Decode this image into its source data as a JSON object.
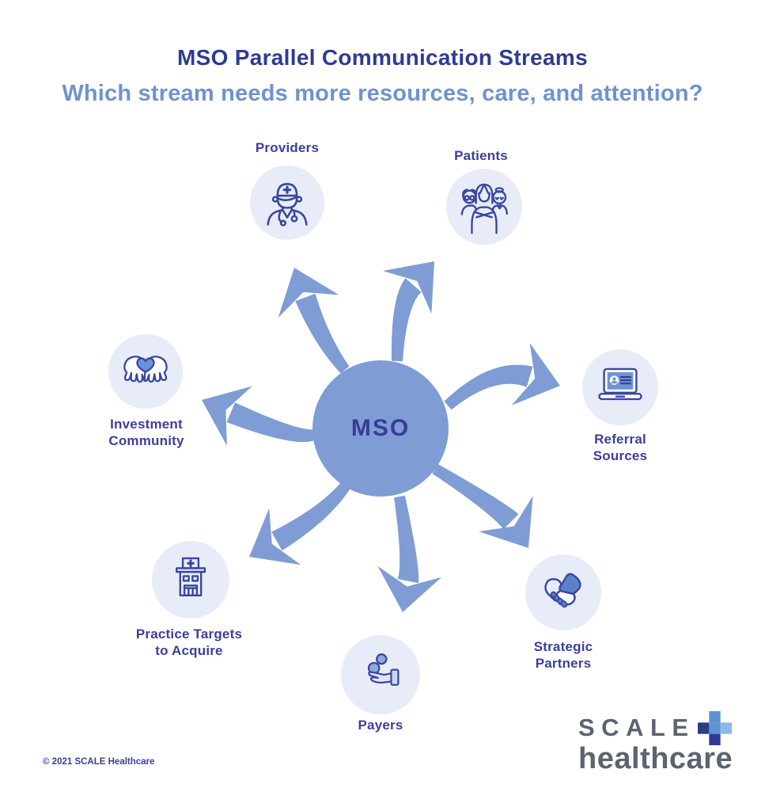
{
  "header": {
    "title": "MSO Parallel Communication Streams",
    "subtitle": "Which stream needs more resources, care, and attention?"
  },
  "center": {
    "label": "MSO"
  },
  "nodes": [
    {
      "id": "providers",
      "icon": "doctor-icon",
      "label_lines": [
        "Providers"
      ]
    },
    {
      "id": "patients",
      "icon": "patients-icon",
      "label_lines": [
        "Patients"
      ]
    },
    {
      "id": "referral-sources",
      "icon": "laptop-contact-icon",
      "label_lines": [
        "Referral",
        "Sources"
      ]
    },
    {
      "id": "strategic-partners",
      "icon": "handshake-heart-icon",
      "label_lines": [
        "Strategic",
        "Partners"
      ]
    },
    {
      "id": "payers",
      "icon": "coins-in-hand-icon",
      "label_lines": [
        "Payers"
      ]
    },
    {
      "id": "practice-targets",
      "icon": "clinic-building-icon",
      "label_lines": [
        "Practice Targets",
        "to Acquire"
      ]
    },
    {
      "id": "investment-community",
      "icon": "hands-heart-icon",
      "label_lines": [
        "Investment",
        "Community"
      ]
    }
  ],
  "logo": {
    "brand": "SCALE",
    "sub": "healthcare"
  },
  "footer": {
    "copyright": "© 2021 SCALE Healthcare"
  },
  "colors": {
    "arrow": "#7f9cd4",
    "center_circle": "#7f9cd4",
    "title": "#2e3b94",
    "subtitle": "#6f93cd",
    "label": "#3c3f9c",
    "icon_stroke": "#3a47a0",
    "icon_bg": "#e8ecf8",
    "icon_fill_blue": "#6d93d6",
    "logo_gray": "#5b6470",
    "plus_dark": "#2d3c92",
    "plus_navy": "#2b3e7e",
    "plus_mid": "#5e92d3",
    "plus_light": "#8ab9ea"
  }
}
